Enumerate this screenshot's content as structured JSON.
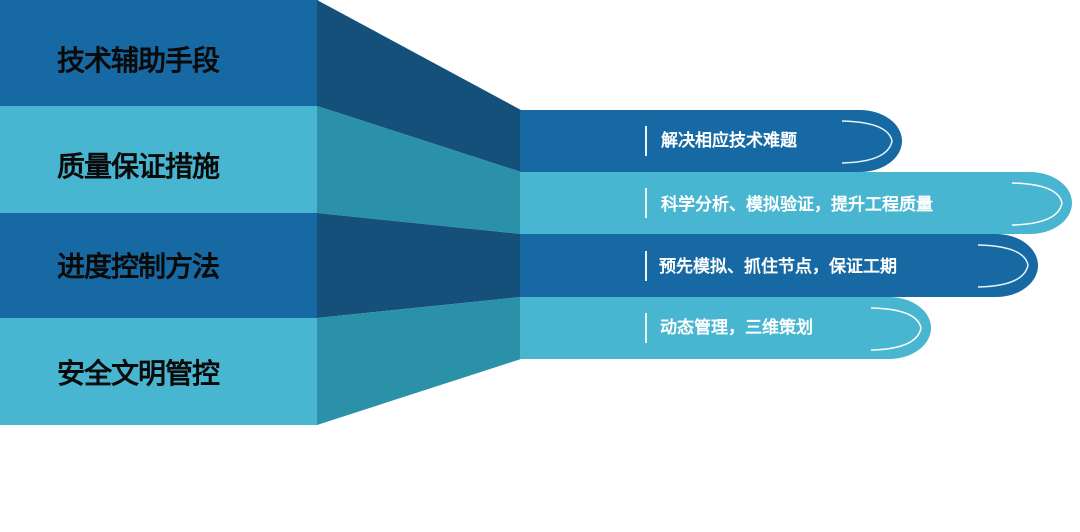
{
  "colors": {
    "dark_blue": "#1769a3",
    "light_blue": "#48b6d1",
    "dark_blue_shade": "#14507a",
    "light_blue_shade": "#2b91a8",
    "label_text": "#0a0a0a",
    "banner_text": "#ffffff"
  },
  "categories": [
    {
      "label": "技术辅助手段",
      "color": "dark"
    },
    {
      "label": "质量保证措施",
      "color": "light"
    },
    {
      "label": "进度控制方法",
      "color": "dark"
    },
    {
      "label": "安全文明管控",
      "color": "light"
    }
  ],
  "banners": [
    {
      "text": "解决相应技术难题",
      "color": "dark"
    },
    {
      "text": "科学分析、模拟验证，提升工程质量",
      "color": "light"
    },
    {
      "text": "预先模拟、抓住节点，保证工期",
      "color": "dark"
    },
    {
      "text": "动态管理，三维策划",
      "color": "light"
    }
  ]
}
